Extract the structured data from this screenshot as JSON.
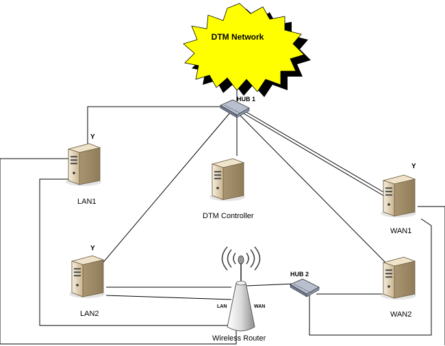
{
  "cloud": {
    "label": "DTM Network",
    "fill": "#ffff00",
    "shadow": "#000000"
  },
  "hub1": {
    "label": "HUB 1"
  },
  "hub2": {
    "label": "HUB 2"
  },
  "servers": {
    "lan1": {
      "label": "LAN1",
      "marker": "Y"
    },
    "lan2": {
      "label": "LAN2",
      "marker": "Y"
    },
    "controller": {
      "label": "DTM Controller"
    },
    "wan1": {
      "label": "WAN1",
      "marker": "Y"
    },
    "wan2": {
      "label": "WAN2"
    }
  },
  "router": {
    "label": "Wireless Router",
    "port_lan": "LAN",
    "port_wan": "WAN"
  },
  "colors": {
    "server_body": "#e8dcc0",
    "server_dark": "#b9a581",
    "hub": "#9aa3b5",
    "line": "#000000"
  }
}
